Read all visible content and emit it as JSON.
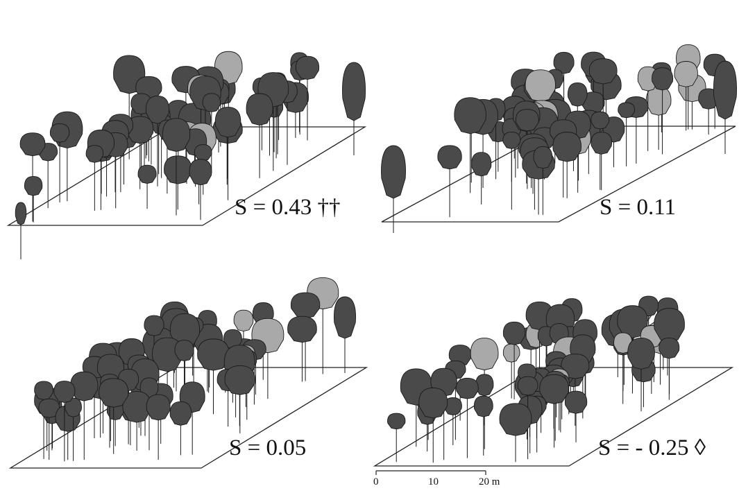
{
  "colors": {
    "dark_crown": "#4a4a4a",
    "light_crown": "#a9a9a9",
    "outline": "#1a1a1a",
    "plot_line": "#222222"
  },
  "panels": [
    {
      "id": "top-left",
      "s_label": "S = 0.43 ††"
    },
    {
      "id": "top-right",
      "s_label": "S = 0.11"
    },
    {
      "id": "bottom-left",
      "s_label": "S = 0.05"
    },
    {
      "id": "bottom-right",
      "s_label": "S = - 0.25 ◊"
    }
  ],
  "scale_bar": {
    "ticks": [
      "0",
      "10",
      "20 m"
    ]
  }
}
